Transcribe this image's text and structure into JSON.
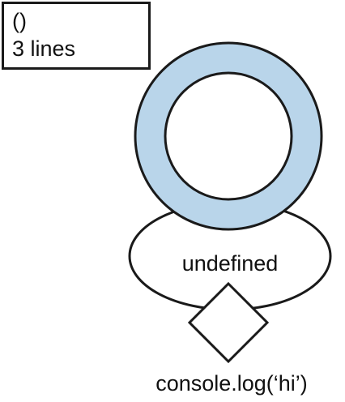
{
  "info_box": {
    "lines": [
      "()",
      "3 lines"
    ]
  },
  "nodes": {
    "ellipse": {
      "label": "undefined"
    },
    "diamond": {
      "label": "console.log(‘hi’)"
    }
  },
  "colors": {
    "ring_fill": "#b9d5ea",
    "stroke": "#1a1a1a",
    "background": "#ffffff",
    "text": "#111111"
  }
}
